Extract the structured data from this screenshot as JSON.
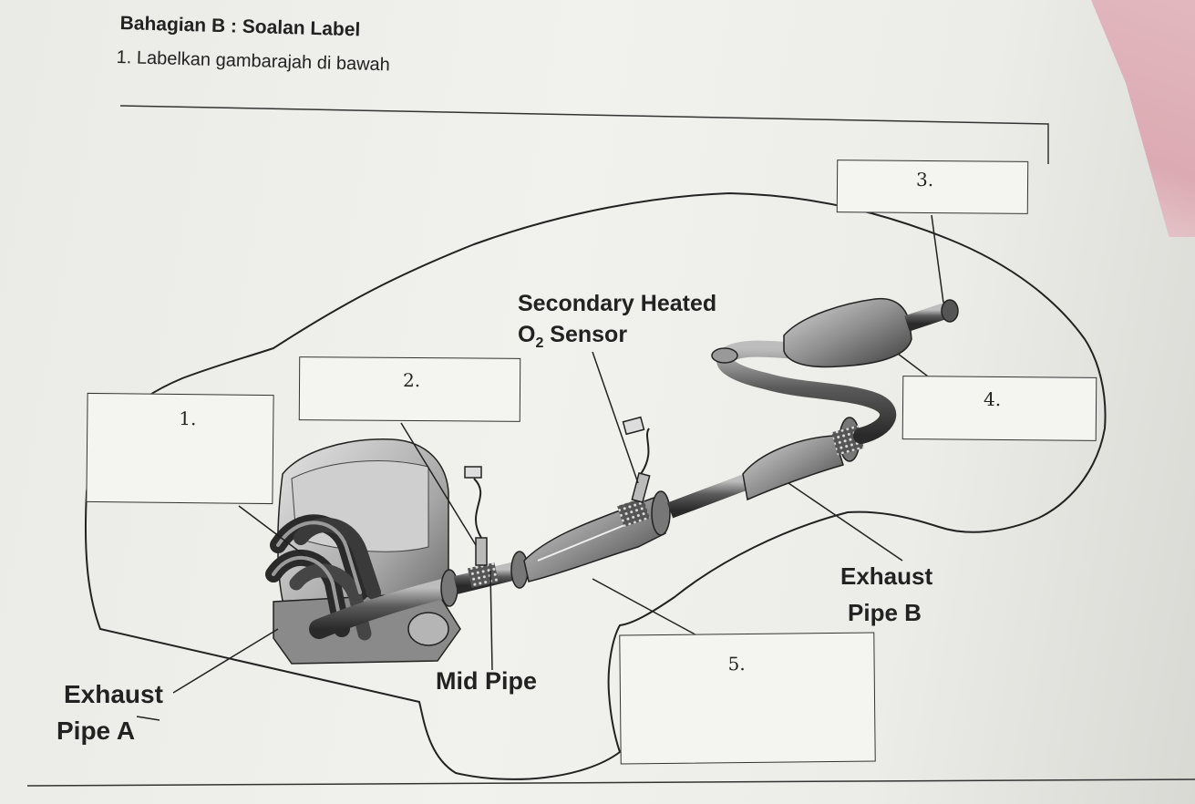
{
  "header": {
    "section_title": "Bahagian B : Soalan Label",
    "question": "1. Labelkan gambarajah di bawah"
  },
  "diagram": {
    "answer_boxes": [
      {
        "number": "1."
      },
      {
        "number": "2."
      },
      {
        "number": "3."
      },
      {
        "number": "4."
      },
      {
        "number": "5."
      }
    ],
    "labels": {
      "secondary_sensor_line1": "Secondary Heated",
      "secondary_sensor_o": "O",
      "secondary_sensor_sub": "2",
      "secondary_sensor_rest": " Sensor",
      "exhaust_pipe_b_line1": "Exhaust",
      "exhaust_pipe_b_line2": "Pipe B",
      "exhaust_pipe_a_line1": "Exhaust",
      "exhaust_pipe_a_line2": "Pipe A",
      "mid_pipe": "Mid Pipe"
    }
  },
  "colors": {
    "paper": "#efefeb",
    "ink": "#222222",
    "metal_dark": "#3a3a3a",
    "metal_light": "#9a9a9a"
  }
}
